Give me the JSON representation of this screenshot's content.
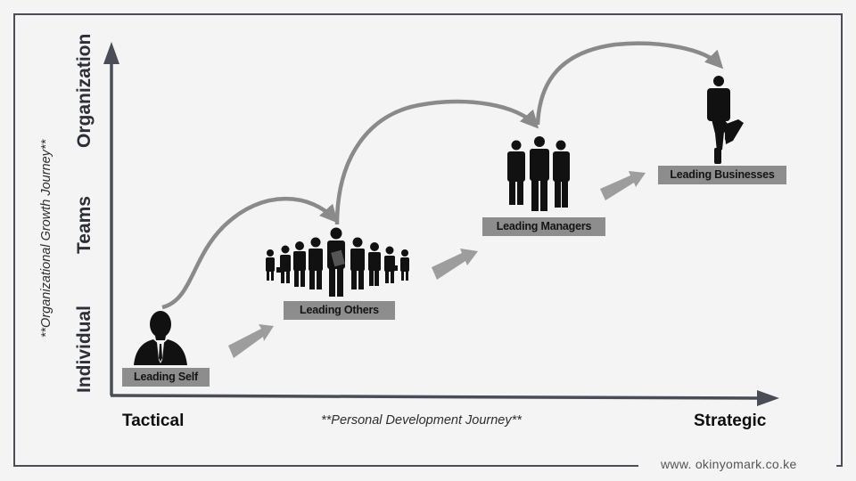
{
  "y_axis": {
    "organization": "Organization",
    "teams": "Teams",
    "individual": "Individual"
  },
  "x_axis": {
    "tactical": "Tactical",
    "strategic": "Strategic"
  },
  "journeys": {
    "organizational": "**Organizational Growth Journey**",
    "personal": "**Personal Development Journey**"
  },
  "stages": [
    {
      "label": "Leading Self"
    },
    {
      "label": "Leading Others"
    },
    {
      "label": "Leading Managers"
    },
    {
      "label": "Leading Businesses"
    }
  ],
  "footer": {
    "website": "www. okinyomark.co.ke"
  },
  "colors": {
    "axis": "#4a4d57",
    "arrow": "#8a8a8a",
    "label_bg": "#8d8d8d",
    "silhouette": "#111111",
    "background": "#f4f4f4"
  },
  "icons": [
    "person-silhouette-icon",
    "group-silhouette-icon",
    "managers-silhouette-icon",
    "businessman-silhouette-icon"
  ]
}
